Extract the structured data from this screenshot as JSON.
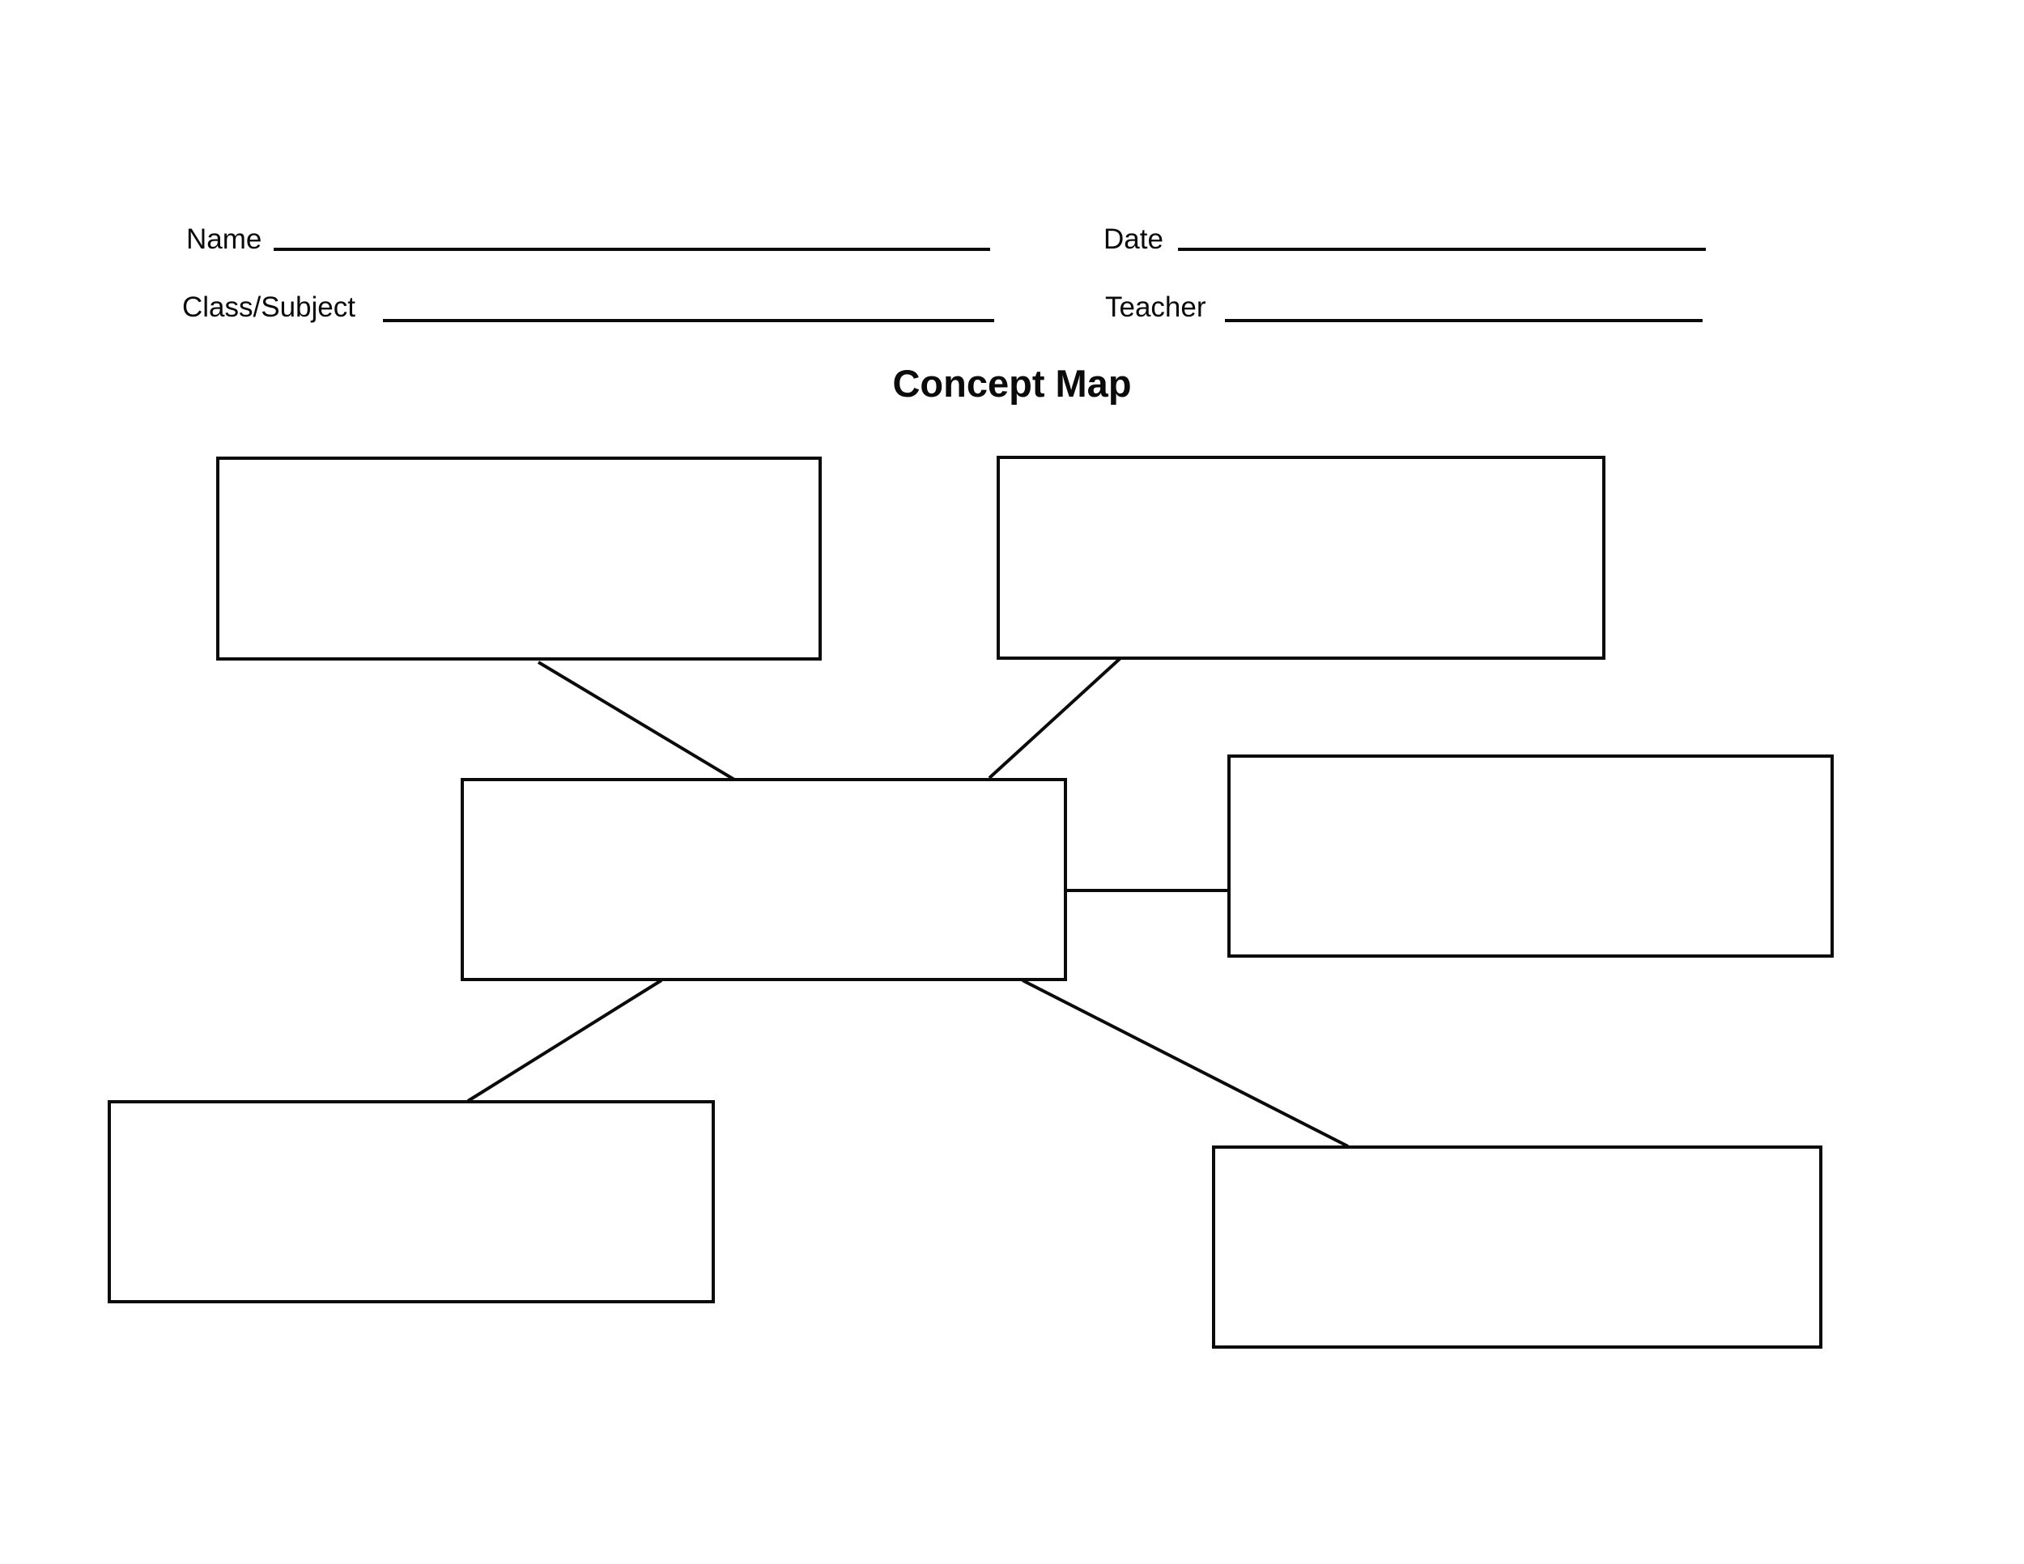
{
  "page": {
    "background": "#ffffff",
    "ink_color": "#0b0b0b"
  },
  "header": {
    "fields": [
      {
        "id": "name",
        "label": "Name",
        "value": ""
      },
      {
        "id": "date",
        "label": "Date",
        "value": ""
      },
      {
        "id": "class_subject",
        "label": "Class/Subject",
        "value": ""
      },
      {
        "id": "teacher",
        "label": "Teacher",
        "value": ""
      }
    ]
  },
  "title": "Concept Map",
  "diagram": {
    "type": "concept-map",
    "nodes": [
      {
        "id": "center",
        "label": ""
      },
      {
        "id": "top-left",
        "label": ""
      },
      {
        "id": "top-right",
        "label": ""
      },
      {
        "id": "right",
        "label": ""
      },
      {
        "id": "bottom-left",
        "label": ""
      },
      {
        "id": "bottom-right",
        "label": ""
      }
    ],
    "edges": [
      {
        "from": "center",
        "to": "top-left"
      },
      {
        "from": "center",
        "to": "top-right"
      },
      {
        "from": "center",
        "to": "right"
      },
      {
        "from": "center",
        "to": "bottom-left"
      },
      {
        "from": "center",
        "to": "bottom-right"
      }
    ]
  }
}
